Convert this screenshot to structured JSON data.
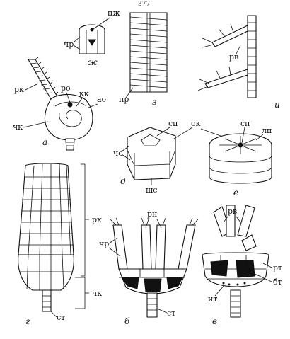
{
  "page_number": "377",
  "panel_letters": {
    "a": "а",
    "b": "б",
    "v": "в",
    "g": "г",
    "d": "д",
    "e": "е",
    "zh": "ж",
    "z": "з",
    "i": "и"
  },
  "labels": {
    "pzh": "пж",
    "chr_top": "чр",
    "rv_top": "рв",
    "pr": "пр",
    "rk_a": "рк",
    "ro": "ро",
    "kk": "кк",
    "ao": "ао",
    "chk_a": "чк",
    "sp_d": "сп",
    "ok": "ок",
    "sp_e": "сп",
    "lp": "лп",
    "chs": "чс",
    "shs": "шс",
    "rk_g": "рк",
    "chk_g": "чк",
    "st_g": "ст",
    "rn": "рн",
    "chr_b": "чр",
    "st_b": "ст",
    "rv_v": "рв",
    "rt": "рт",
    "bt": "бт",
    "it": "ит"
  },
  "colors": {
    "ink": "#111111",
    "paper": "#ffffff"
  }
}
